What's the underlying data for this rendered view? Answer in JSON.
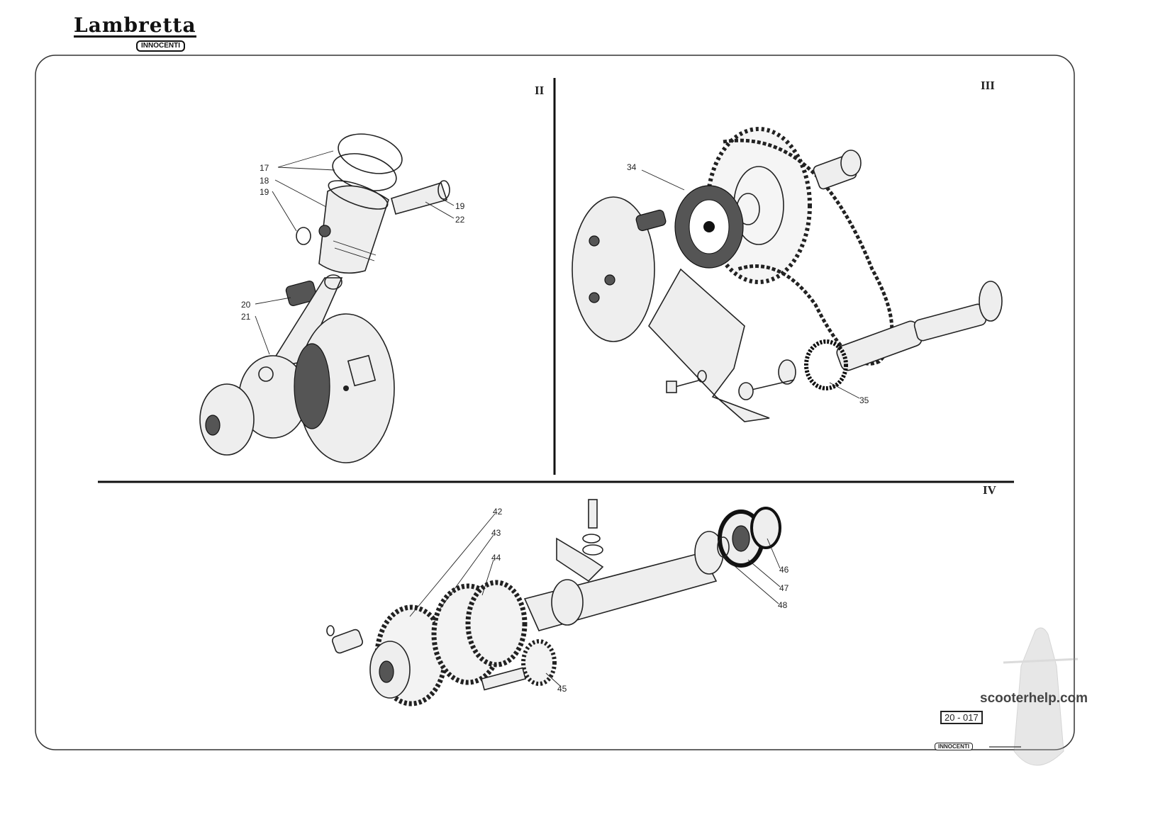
{
  "header": {
    "brand": "Lambretta",
    "brand_sub": "INNOCENTI"
  },
  "panels": {
    "ii": {
      "numeral": "II",
      "labels": [
        "17",
        "18",
        "19",
        "19",
        "22",
        "20",
        "21"
      ]
    },
    "iii": {
      "numeral": "III",
      "labels": [
        "34",
        "35"
      ]
    },
    "iv": {
      "numeral": "IV",
      "labels": [
        "42",
        "43",
        "44",
        "45",
        "46",
        "47",
        "48"
      ]
    }
  },
  "footer": {
    "doc_number": "20 - 017",
    "watermark": "scooterhelp.com",
    "badge": "INNOCENTI"
  }
}
